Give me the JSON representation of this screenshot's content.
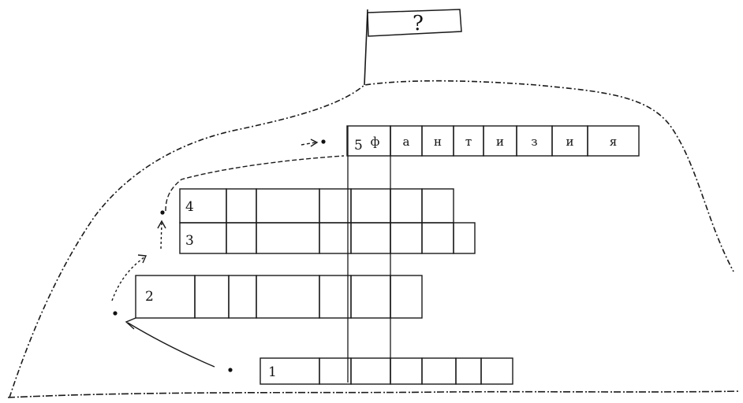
{
  "flag": {
    "text": "?"
  },
  "rows": [
    {
      "number": "1",
      "letters": []
    },
    {
      "number": "2",
      "letters": []
    },
    {
      "number": "3",
      "letters": []
    },
    {
      "number": "4",
      "letters": []
    },
    {
      "number": "5",
      "letters": [
        "ф",
        "а",
        "н",
        "т",
        "и",
        "з",
        "и",
        "я"
      ]
    }
  ],
  "colors": {
    "ink": "#1a1a1a",
    "paper": "#ffffff"
  }
}
